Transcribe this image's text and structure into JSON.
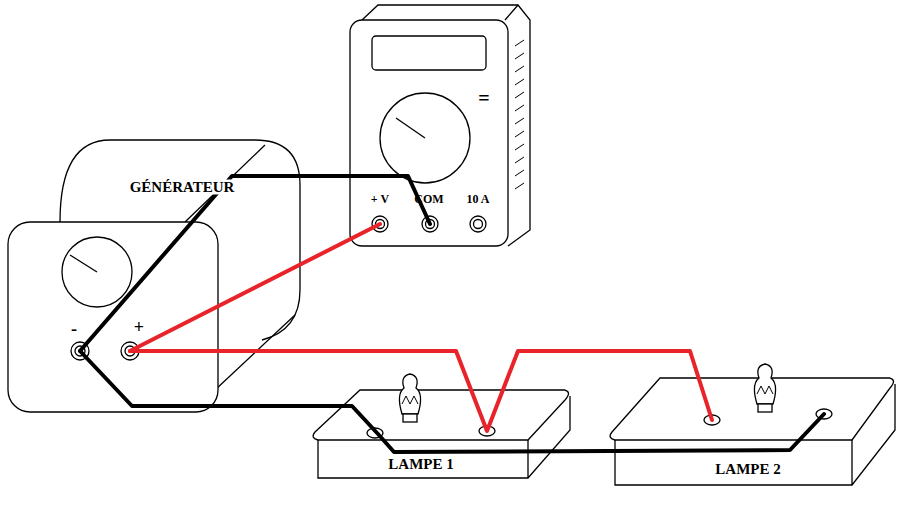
{
  "diagram": {
    "labels": [
      "=",
      "GÉNÉRATEUR",
      "+ V",
      "COM",
      "10 A",
      "-",
      "+",
      "LAMPE 1",
      "LAMPE 2"
    ]
  }
}
